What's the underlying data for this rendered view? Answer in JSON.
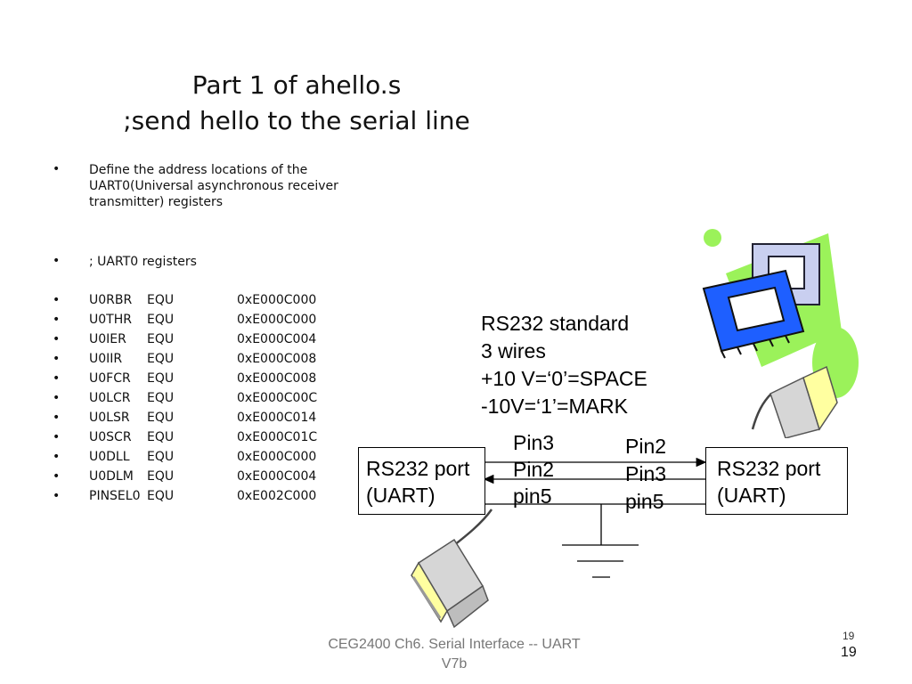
{
  "slide": {
    "title_line1": "Part 1 of ahello.s",
    "title_line2": ";send hello to the serial line",
    "bullet_char": "•",
    "intro_line1": "Define the address locations of  the",
    "intro_line2": "UART0(Universal asynchronous receiver",
    "intro_line3": "transmitter) registers",
    "registers_comment": "; UART0 registers",
    "registers": [
      {
        "name": "U0RBR",
        "op": "EQU",
        "addr": "0xE000C000"
      },
      {
        "name": "U0THR",
        "op": "EQU",
        "addr": "0xE000C000"
      },
      {
        "name": "U0IER",
        "op": "EQU",
        "addr": "0xE000C004"
      },
      {
        "name": "U0IIR",
        "op": "EQU",
        "addr": "0xE000C008"
      },
      {
        "name": "U0FCR",
        "op": "EQU",
        "addr": "0xE000C008"
      },
      {
        "name": "U0LCR",
        "op": "EQU",
        "addr": "0xE000C00C"
      },
      {
        "name": "U0LSR",
        "op": "EQU",
        "addr": "0xE000C014"
      },
      {
        "name": "U0SCR",
        "op": "EQU",
        "addr": "0xE000C01C"
      },
      {
        "name": "U0DLL",
        "op": "EQU",
        "addr": "0xE000C000"
      },
      {
        "name": "U0DLM",
        "op": "EQU",
        "addr": "0xE000C004"
      },
      {
        "name": "PINSEL0",
        "op": "EQU",
        "addr": "0xE002C000"
      }
    ]
  },
  "diagram": {
    "rs232_line1": "RS232 standard",
    "rs232_line2": "3 wires",
    "rs232_line3": "+10 V=‘0’=SPACE",
    "rs232_line4": "-10V=‘1’=MARK",
    "left_box_line1": "RS232 port",
    "left_box_line2": "(UART)",
    "right_box_line1": "RS232 port",
    "right_box_line2": "(UART)",
    "left_pin1": "Pin3",
    "left_pin2": "Pin2",
    "left_pin3": "pin5",
    "right_pin1": "Pin2",
    "right_pin2": "Pin3",
    "right_pin3": "pin5"
  },
  "footer": {
    "line1": "CEG2400 Ch6. Serial Interface -- UART",
    "line2": "V7b",
    "page_small": "19",
    "page_large": "19"
  },
  "colors": {
    "chip_blue": "#1e5fff",
    "chip_green": "#9bf25a",
    "connector_gray": "#d6d6d6",
    "connector_yellow": "#ffffa0"
  }
}
